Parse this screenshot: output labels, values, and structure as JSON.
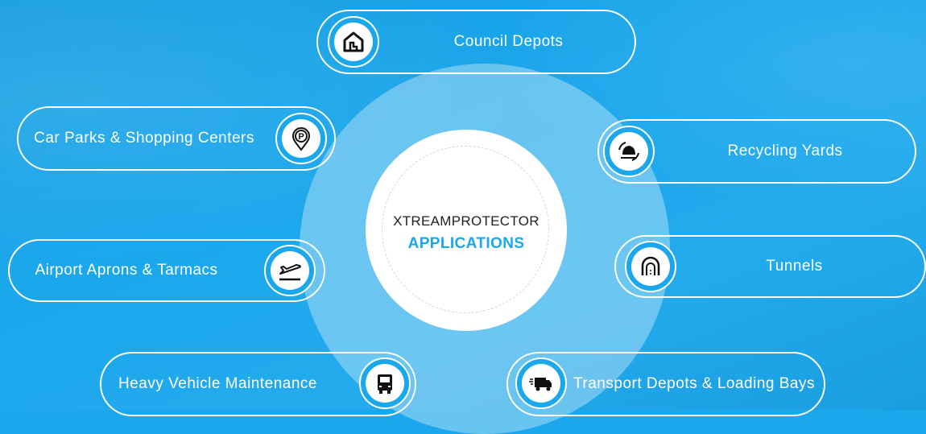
{
  "center": {
    "title": "XTREAMPROTECTOR",
    "subtitle": "APPLICATIONS"
  },
  "applications": {
    "council_depots": {
      "label": "Council Depots",
      "icon": "house-icon"
    },
    "recycling_yards": {
      "label": "Recycling Yards",
      "icon": "recycling-icon"
    },
    "car_parks": {
      "label": "Car Parks & Shopping Centers",
      "icon": "parking-pin-icon"
    },
    "tunnels": {
      "label": "Tunnels",
      "icon": "tunnel-icon"
    },
    "airport_aprons": {
      "label": "Airport Aprons & Tarmacs",
      "icon": "plane-departure-icon"
    },
    "heavy_vehicle": {
      "label": "Heavy Vehicle Maintenance",
      "icon": "truck-front-icon"
    },
    "transport_depots": {
      "label": "Transport Depots & Loading Bays",
      "icon": "delivery-truck-icon"
    }
  },
  "colors": {
    "background": "#1aa7ec",
    "accent": "#1aa7ec",
    "pill_border": "#ffffff",
    "center_fill": "#ffffff"
  }
}
